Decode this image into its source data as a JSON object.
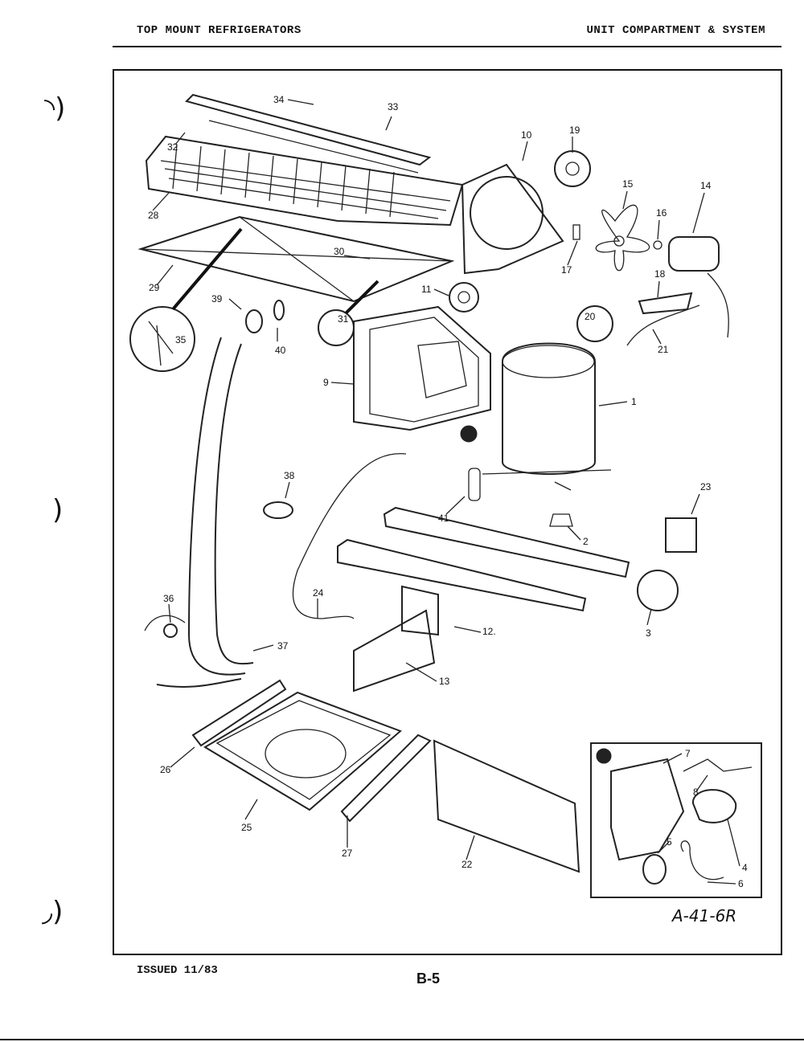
{
  "header": {
    "left_title": "TOP MOUNT REFRIGERATORS",
    "right_title": "UNIT COMPARTMENT & SYSTEM"
  },
  "footer": {
    "issued": "ISSUED 11/83",
    "page_number": "B-5"
  },
  "diagram": {
    "reference_code": "A-41-6R",
    "inset_marker": "1",
    "callouts": [
      "1",
      "2",
      "3",
      "4",
      "5",
      "6",
      "7",
      "8",
      "9",
      "10",
      "11",
      "12",
      "13",
      "14",
      "15",
      "16",
      "17",
      "18",
      "19",
      "20",
      "21",
      "22",
      "23",
      "24",
      "25",
      "26",
      "27",
      "28",
      "29",
      "30",
      "31",
      "32",
      "33",
      "34",
      "35",
      "36",
      "37",
      "38",
      "39",
      "40",
      "41"
    ]
  }
}
